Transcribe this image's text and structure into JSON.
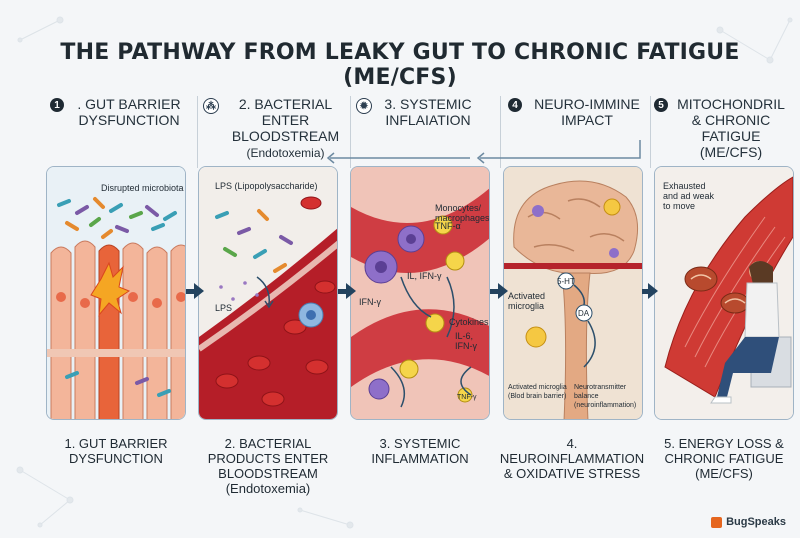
{
  "title": "THE PATHWAY FROM LEAKY GUT TO CHRONIC FATIGUE (ME/CFS)",
  "steps": [
    {
      "badge": "1",
      "header": ". GUT BARRIER DYSFUNCTION",
      "header_sub": "",
      "caption": "1. GUT BARRIER DYSFUNCTION",
      "icon": "number-badge"
    },
    {
      "badge": "",
      "header": "2. BACTERIAL ENTER BLOODSTREAM",
      "header_sub": "(Endotoxemia)",
      "caption": "2. BACTERIAL PRODUCTS ENTER BLOODSTREAM (Endotoxemia)",
      "icon": "bacteria-icon"
    },
    {
      "badge": "",
      "header": "3. SYSTEMIC INFLAIATION",
      "header_sub": "",
      "caption": "3. SYSTEMIC INFLAMMATION",
      "icon": "virus-icon"
    },
    {
      "badge": "4",
      "header": "NEURO-IMMINE IMPACT",
      "header_sub": "",
      "caption": "4. NEUROINFLAMMATION & OXIDATIVE STRESS",
      "icon": "number-badge"
    },
    {
      "badge": "5",
      "header": "MITOCHONDRIL & CHRONIC FATIGUE (ME/CFS)",
      "header_sub": "",
      "caption": "5. ENERGY LOSS & CHRONIC FATIGUE (ME/CFS)",
      "icon": "number-badge"
    }
  ],
  "panel_labels": {
    "p1_microbiota": "Disrupted microbiota",
    "p2_lps_full": "LPS (Lipopolysaccharide)",
    "p2_lps": "LPS",
    "p3_monocytes": "Monocytes/ macrophages",
    "p3_tnf": "TNF-α",
    "p3_il_ifn": "IL, IFN-γ",
    "p3_ifn": "IFN-γ",
    "p3_cytokines": "Cytokines",
    "p3_il6": "IL-6, IFN-γ",
    "p3_tnf_small": "TNF-γ",
    "p4_activated": "Activated microglia",
    "p4_5ht": "5-HT",
    "p4_da": "DA",
    "p4_activated_bbb": "Activated microglia (Blod brain barrier)",
    "p4_neurotransmitter": "Neurotransmitter balance (neuroinflammation)",
    "p5_exhausted": "Exhausted and ad weak to move"
  },
  "brand": "BugSpeaks",
  "colors": {
    "accent": "#2f5b7c",
    "blood": "#c8262d",
    "tissue": "#f3a98d",
    "panel_border": "#9fb4c6"
  }
}
